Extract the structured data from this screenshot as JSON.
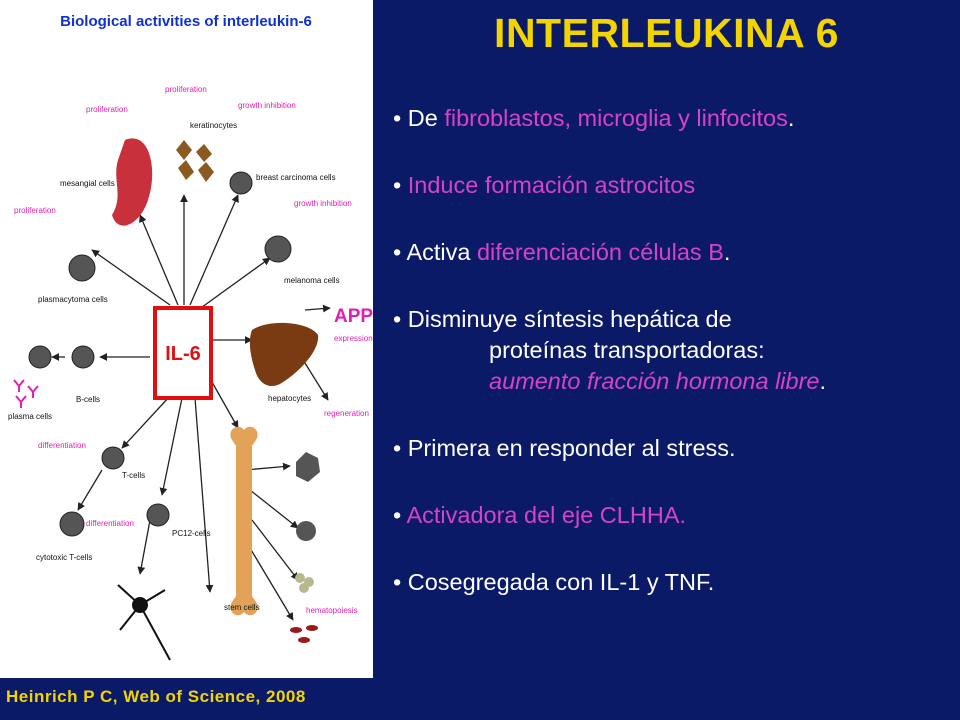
{
  "figure": {
    "title": "Biological activities of interleukin-6",
    "center": "IL-6",
    "labels": {
      "proliferation_top": "proliferation",
      "proliferation_left_top": "proliferation",
      "proliferation_left": "proliferation",
      "growth_inhibition_1": "growth inhibition",
      "growth_inhibition_2": "growth inhibition",
      "keratinocytes": "keratinocytes",
      "mesangial_cells": "mesangial cells",
      "breast_carcinoma_cells": "breast carcinoma cells",
      "melanoma_cells": "melanoma cells",
      "plasmacytoma_cells": "plasmacytoma cells",
      "app": "APP",
      "expression": "expression",
      "hepatocytes": "hepatocytes",
      "regeneration": "regeneration",
      "plasma_cells": "plasma cells",
      "b_cells": "B-cells",
      "differentiation_1": "differentiation",
      "t_cells": "T-cells",
      "differentiation_2": "differentiation",
      "pc12_cells": "PC12-cells",
      "cytotoxic_t_cells": "cytotoxic T-cells",
      "stem_cells": "stem cells",
      "hematopoiesis": "hematopoiesis"
    },
    "colors": {
      "accent_magenta": "#e020b0",
      "title_blue": "#1030d0",
      "center_red": "#e01010"
    }
  },
  "credit": "Heinrich P C, Web of Science, 2008",
  "title": "INTERLEUKINA 6",
  "bullets": {
    "b1": {
      "a": "• De ",
      "b": "fibroblastos, microglia y linfocitos",
      "c": "."
    },
    "b2": {
      "a": "• ",
      "b": "Induce formación astrocitos"
    },
    "b3": {
      "a": "• Activa ",
      "b": "diferenciación células B",
      "c": "."
    },
    "b4": {
      "a": "• Disminuye síntesis hepática de",
      "b": "proteínas transportadoras",
      "c": ":",
      "d": "aumento fracción hormona libre",
      "e": "."
    },
    "b5": {
      "a": "• Primera en responder al stress."
    },
    "b6": {
      "a": "• ",
      "b": "Activadora del eje CLHHA."
    },
    "b7": {
      "a": "• Cosegregada con IL-1 y TNF."
    }
  },
  "colors": {
    "background": "#0b1a66",
    "title": "#f2d400",
    "highlight": "#d642c8",
    "text": "#ffffff"
  }
}
